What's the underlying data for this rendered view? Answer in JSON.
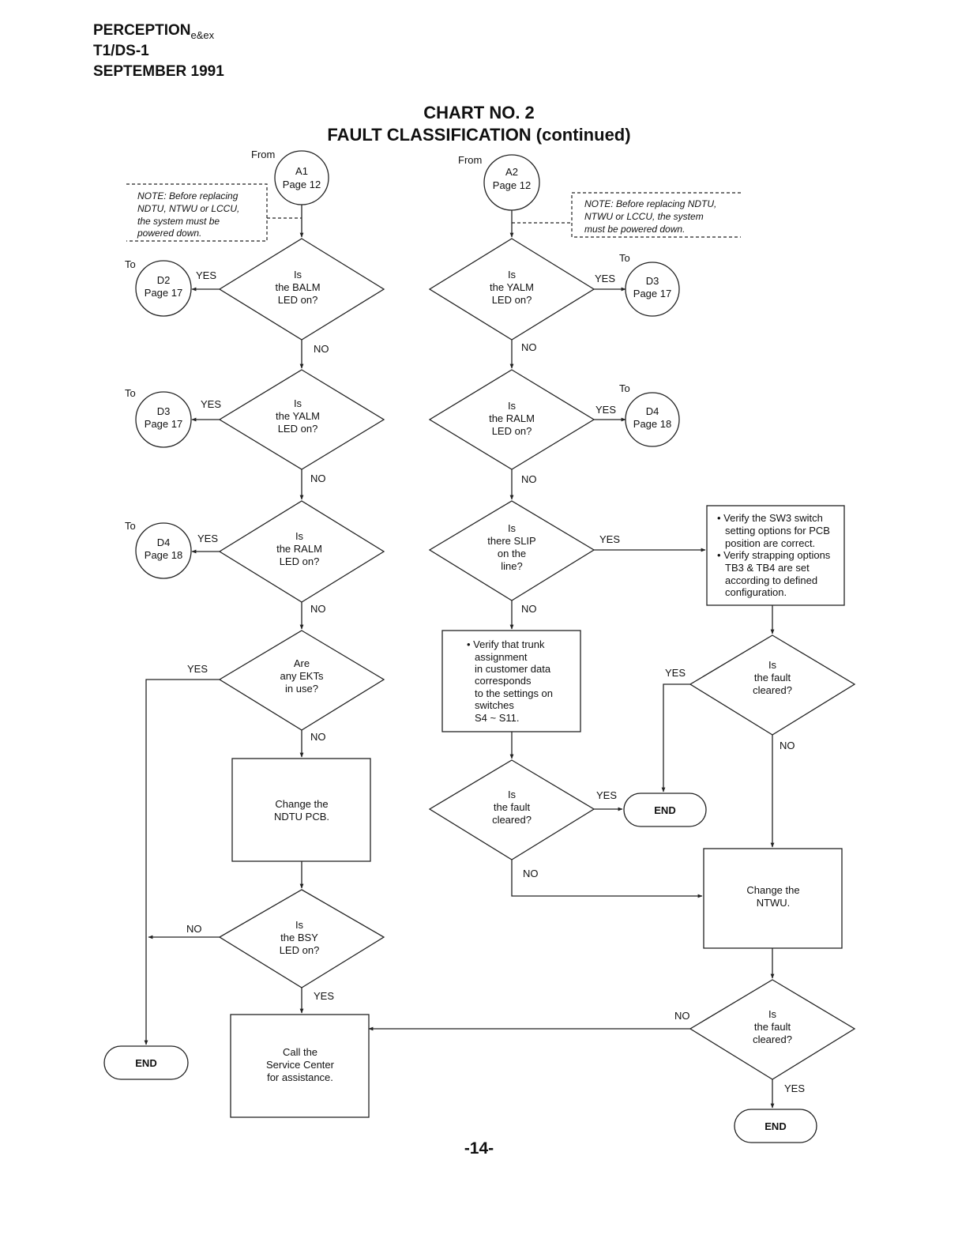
{
  "header": {
    "line1_main": "PERCEPTION",
    "line1_sub": "e&ex",
    "line2": "T1/DS-1",
    "line3": "SEPTEMBER 1991"
  },
  "title": {
    "line1": "CHART NO. 2",
    "line2": "FAULT CLASSIFICATION (continued)"
  },
  "page_number": "-14-",
  "words": {
    "from": "From",
    "to": "To",
    "yes": "YES",
    "no": "NO",
    "end": "END"
  },
  "connectors": {
    "a1": [
      "A1",
      "Page 12"
    ],
    "a2": [
      "A2",
      "Page 12"
    ],
    "d2_left": [
      "D2",
      "Page 17"
    ],
    "d3_left": [
      "D3",
      "Page 17"
    ],
    "d4_left": [
      "D4",
      "Page 18"
    ],
    "d3_right": [
      "D3",
      "Page 17"
    ],
    "d4_right": [
      "D4",
      "Page 18"
    ]
  },
  "notes": {
    "left": [
      "NOTE:  Before replacing",
      "NDTU, NTWU or LCCU,",
      "the system must be",
      "powered down."
    ],
    "right": [
      "NOTE:  Before replacing NDTU,",
      "NTWU or LCCU, the system",
      "must be powered down."
    ]
  },
  "decisions": {
    "balm": [
      "Is",
      "the BALM",
      "LED on?"
    ],
    "yalm_left": [
      "Is",
      "the YALM",
      "LED on?"
    ],
    "ralm_left": [
      "Is",
      "the RALM",
      "LED on?"
    ],
    "ekts": [
      "Are",
      "any EKTs",
      "in use?"
    ],
    "bsy": [
      "Is",
      "the BSY",
      "LED on?"
    ],
    "yalm_mid": [
      "Is",
      "the YALM",
      "LED on?"
    ],
    "ralm_mid": [
      "Is",
      "the RALM",
      "LED on?"
    ],
    "slip": [
      "Is",
      "there SLIP",
      "on the",
      "line?"
    ],
    "fault_mid": [
      "Is",
      "the fault",
      "cleared?"
    ],
    "fault_right1": [
      "Is",
      "the fault",
      "cleared?"
    ],
    "fault_right2": [
      "Is",
      "the fault",
      "cleared?"
    ]
  },
  "processes": {
    "ndtu": [
      "Change the",
      "NDTU PCB."
    ],
    "service": [
      "Call the",
      "Service Center",
      "for assistance."
    ],
    "trunk": [
      "• Verify that trunk",
      "assignment",
      "in customer data",
      "corresponds",
      "to the settings on",
      "switches",
      "S4 ~ S11."
    ],
    "sw3": [
      "• Verify the SW3 switch",
      "setting options for PCB",
      "position are correct.",
      "• Verify strapping options",
      "TB3 & TB4 are set",
      "according to defined",
      "configuration."
    ],
    "ntwu": [
      "Change the",
      "NTWU."
    ]
  }
}
